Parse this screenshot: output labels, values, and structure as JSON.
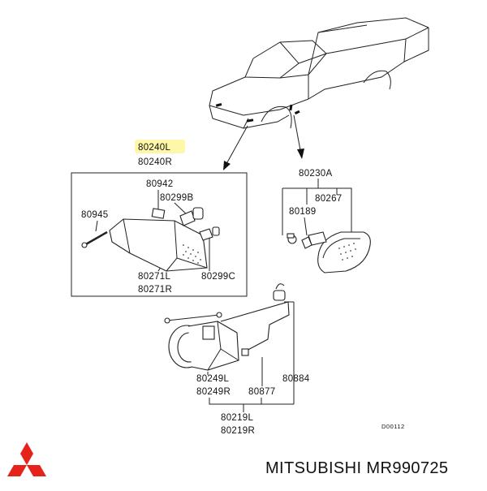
{
  "labels": {
    "p80240l": "80240L",
    "p80240r": "80240R",
    "p80942": "80942",
    "p80299b": "80299B",
    "p80945": "80945",
    "p80271l": "80271L",
    "p80271r": "80271R",
    "p80299c": "80299C",
    "p80230a": "80230A",
    "p80267": "80267",
    "p80189": "80189",
    "p80249l": "80249L",
    "p80249r": "80249R",
    "p80884": "80884",
    "p80877": "80877",
    "p80219l": "80219L",
    "p80219r": "80219R"
  },
  "diagram_code": "D00112",
  "brand": {
    "text": "MITSUBISHI MR990725",
    "logo_color": "#e5231b"
  },
  "highlight_color": "#fff7a8"
}
